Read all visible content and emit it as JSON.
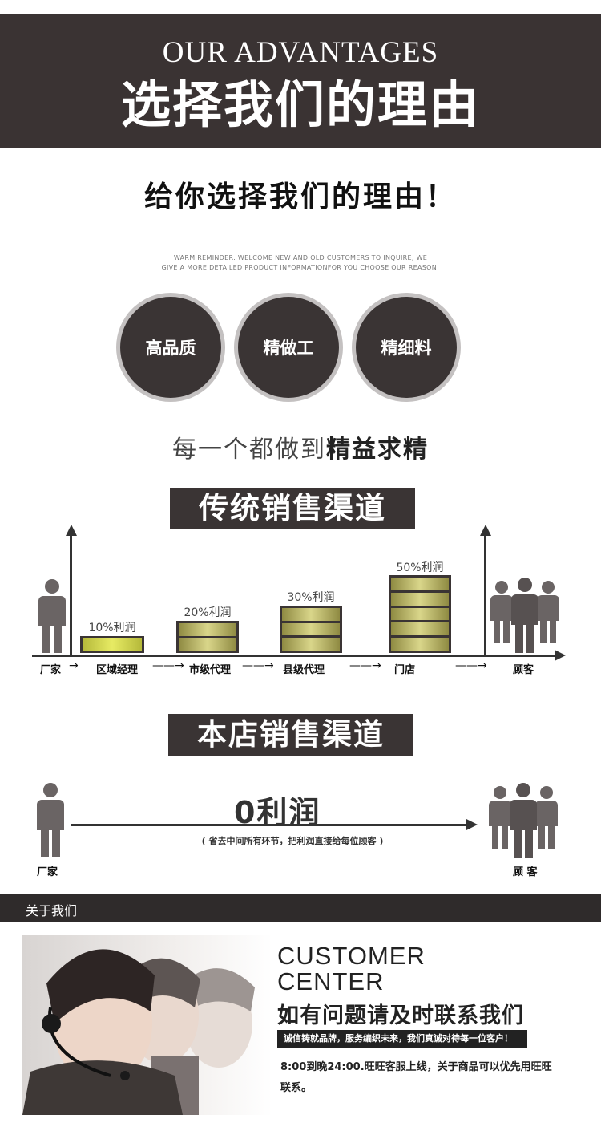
{
  "banner": {
    "en": "OUR ADVANTAGES",
    "cn": "选择我们的理由"
  },
  "reason_title": "给你选择我们的理由！",
  "reminder": {
    "line1": "WARM REMINDER: WELCOME NEW AND OLD CUSTOMERS TO INQUIRE, WE",
    "line2": "GIVE A MORE DETAILED PRODUCT INFORMATIONFOR YOU CHOOSE OUR REASON!"
  },
  "features": [
    "高品质",
    "精做工",
    "精细料"
  ],
  "motto": {
    "normal": "每一个都做到",
    "bold": "精益求精"
  },
  "traditional": {
    "title": "传统销售渠道",
    "chain": [
      "厂家",
      "区域经理",
      "市级代理",
      "县级代理",
      "门店",
      "顾客"
    ],
    "profits": [
      {
        "label": "10%利润",
        "value": 10
      },
      {
        "label": "20%利润",
        "value": 20
      },
      {
        "label": "30%利润",
        "value": 30
      },
      {
        "label": "50%利润",
        "value": 50
      }
    ]
  },
  "our_store": {
    "title": "本店销售渠道",
    "profit": "0利润",
    "note": "( 省去中间所有环节，把利润直接给每位顾客 )",
    "from": "厂家",
    "to": "顾 客"
  },
  "about": {
    "label": "关于我们",
    "cc_line1": "CUSTOMER",
    "cc_line2": "CENTER",
    "cn_heading": "如有问题请及时联系我们",
    "strip": "诚信铸就品牌，服务编织未来，我们真诚对待每一位客户！",
    "desc": "8:00到晚24:00.旺旺客服上线，关于商品可以优先用旺旺联系。"
  }
}
